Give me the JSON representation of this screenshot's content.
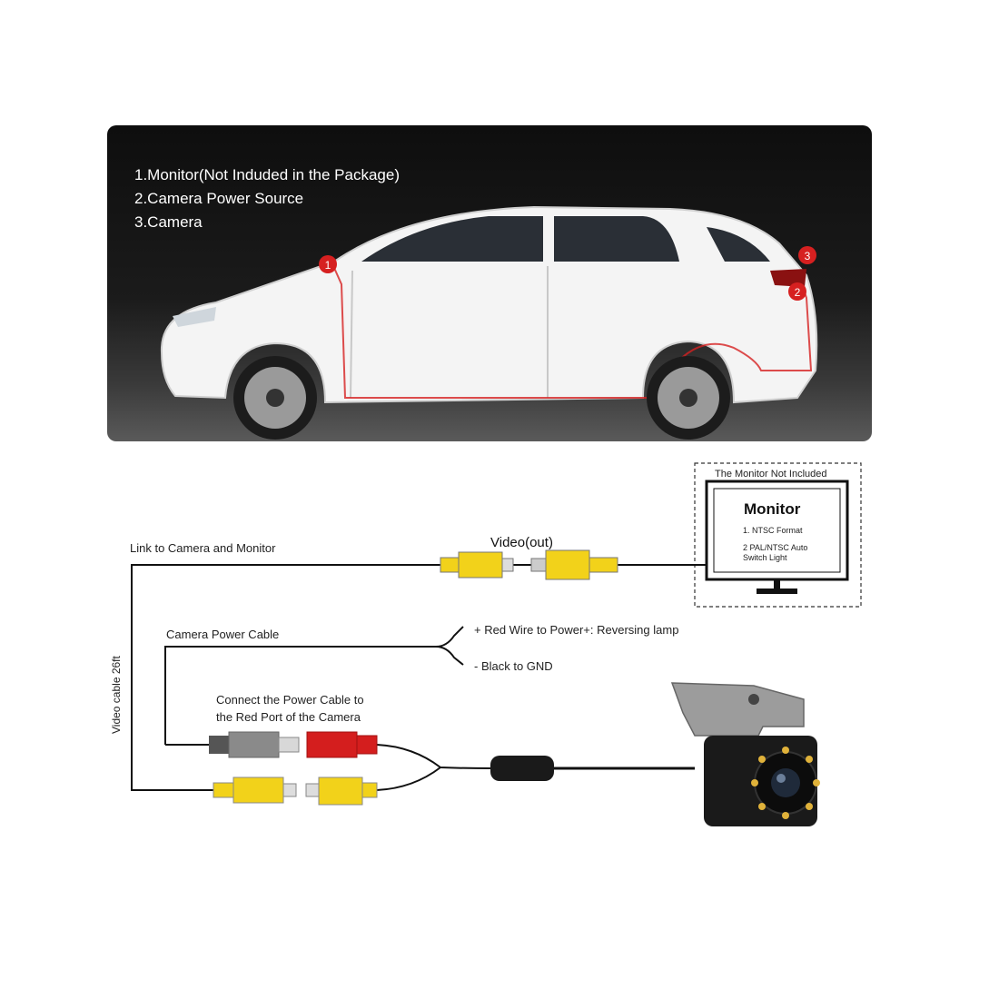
{
  "legend": {
    "items": [
      "1.Monitor(Not Induded in the Package)",
      "2.Camera Power Source",
      "3.Camera"
    ]
  },
  "car_markers": [
    "1",
    "2",
    "3"
  ],
  "diagram": {
    "monitor_note": "The Monitor Not Included",
    "monitor_title": "Monitor",
    "monitor_spec_1": "1. NTSC Format",
    "monitor_spec_2": "2 PAL/NTSC Auto Switch Light",
    "link_label": "Link to Camera and Monitor",
    "video_out_label": "Video(out)",
    "power_cable_label": "Camera Power Cable",
    "red_wire_label": "+  Red Wire to Power+: Reversing lamp",
    "black_wire_label": "-  Black to GND",
    "connect_label_1": "Connect the Power Cable to",
    "connect_label_2": "the Red Port of the Camera",
    "video_cable_label": "Video cable 26ft"
  },
  "colors": {
    "yellow_plug": "#f2d21a",
    "red_plug": "#d41e1e",
    "gray_plug": "#8a8a8a",
    "wire": "#111111",
    "marker": "#d62020"
  }
}
